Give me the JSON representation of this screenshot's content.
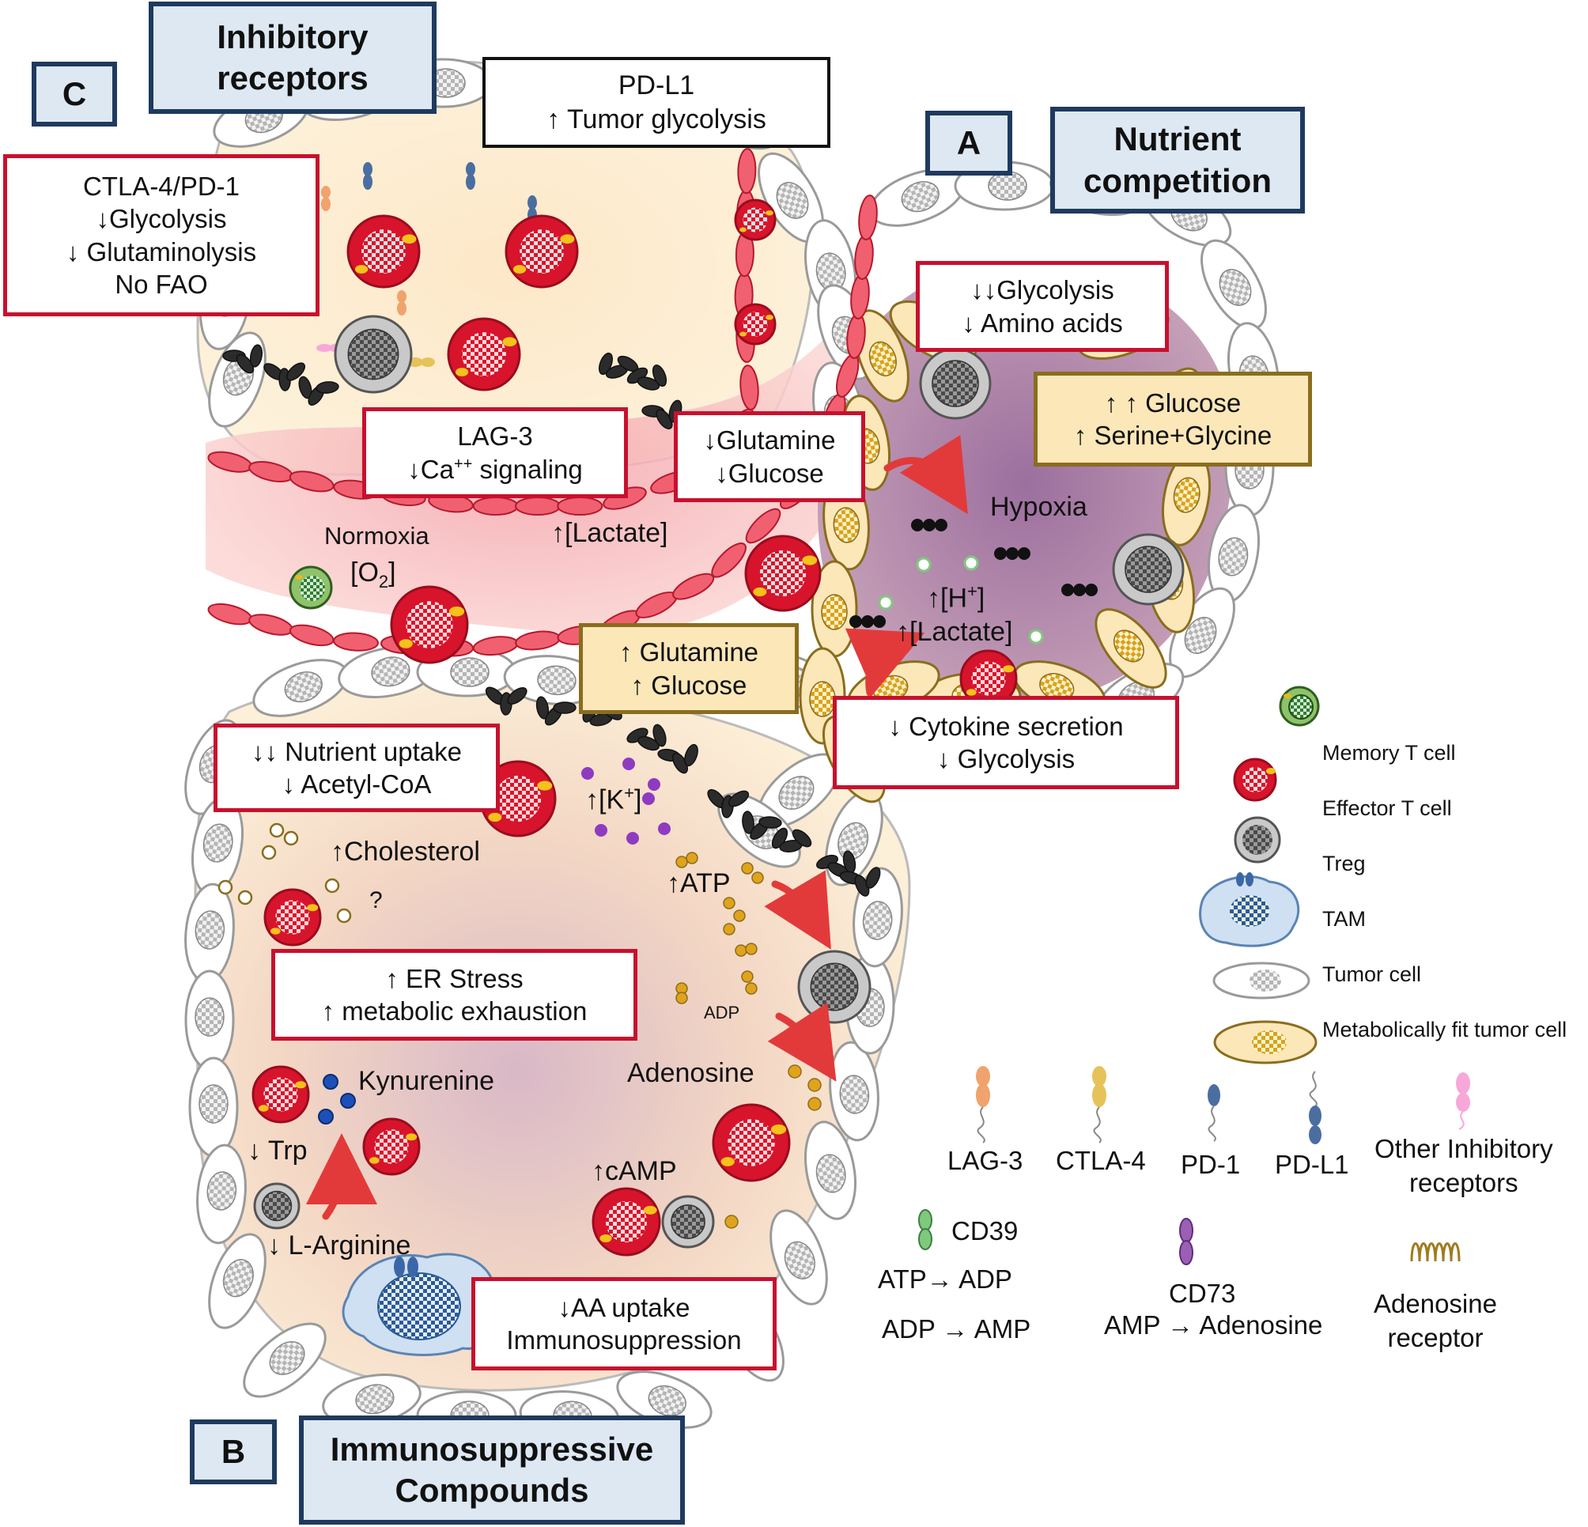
{
  "headings": {
    "c_letter": "C",
    "inhibitory_line1": "Inhibitory",
    "inhibitory_line2": "receptors",
    "a_letter": "A",
    "nutrient_line1": "Nutrient",
    "nutrient_line2": "competition",
    "b_letter": "B",
    "immuno_line1": "Immunosuppressive",
    "immuno_line2": "Compounds"
  },
  "boxes": {
    "pdl1": {
      "line1": "PD-L1",
      "line2": "↑ Tumor glycolysis"
    },
    "ctla4": {
      "line1": "CTLA-4/PD-1",
      "line2": "↓Glycolysis",
      "line3": "↓ Glutaminolysis",
      "line4": "No FAO"
    },
    "glyco_amino": {
      "line1": "↓↓Glycolysis",
      "line2": "↓ Amino acids"
    },
    "glucose_serine": {
      "line1": "↑ ↑ Glucose",
      "line2": "↑ Serine+Glycine"
    },
    "lag3": {
      "line1": "LAG-3",
      "line2_pre": "↓Ca",
      "line2_sup": "++",
      "line2_post": " signaling"
    },
    "glutamine_down": {
      "line1": "↓Glutamine",
      "line2": "↓Glucose"
    },
    "glutamine_up": {
      "line1": "↑ Glutamine",
      "line2": "↑ Glucose"
    },
    "cytokine": {
      "line1": "↓ Cytokine secretion",
      "line2": "↓ Glycolysis"
    },
    "nutrient_uptake": {
      "line1": "↓↓ Nutrient uptake",
      "line2": "↓ Acetyl-CoA"
    },
    "er_stress": {
      "line1": "↑ ER Stress",
      "line2": "↑ metabolic exhaustion"
    },
    "aa_uptake": {
      "line1": "↓AA uptake",
      "line2": "Immunosuppression"
    }
  },
  "labels": {
    "normoxia": "Normoxia",
    "o2_pre": "[O",
    "o2_sub": "2",
    "o2_post": "]",
    "lactate_top": "↑[Lactate]",
    "hypoxia": "Hypoxia",
    "h_pre": "↑[H",
    "h_sup": "+",
    "h_post": "]",
    "lactate_hyp": "↑[Lactate]",
    "k_pre": "↑[K",
    "k_sup": "+",
    "k_post": "]",
    "cholesterol": "↑Cholesterol",
    "question": "?",
    "atp": "↑ATP",
    "adp": "ADP",
    "adenosine": "Adenosine",
    "kynurenine": "Kynurenine",
    "trp": "↓ Trp",
    "larginine": "↓ L-Arginine",
    "camp": "↑cAMP"
  },
  "legend": {
    "cells": [
      {
        "label": "Memory T cell"
      },
      {
        "label": "Effector T cell"
      },
      {
        "label": "Treg"
      },
      {
        "label": "TAM"
      },
      {
        "label": "Tumor cell"
      },
      {
        "label": "Metabolically fit tumor cell"
      }
    ],
    "receptors": {
      "lag3": "LAG-3",
      "ctla4": "CTLA-4",
      "pd1": "PD-1",
      "pdl1": "PD-L1",
      "other_line1": "Other Inhibitory",
      "other_line2": "receptors",
      "cd39": "CD39",
      "cd39_line1": "ATP→ ADP",
      "cd39_line2": "ADP → AMP",
      "cd73": "CD73",
      "cd73_line1": "AMP → Adenosine",
      "adenosine_line1": "Adenosine",
      "adenosine_line2": "receptor"
    }
  },
  "colors": {
    "box_red": "#c8102e",
    "box_gold": "#8a6d1e",
    "heading_fill": "#dde8f3",
    "heading_border": "#1f3a5f",
    "effector": "#d7142b",
    "vessel": "#f06070"
  }
}
